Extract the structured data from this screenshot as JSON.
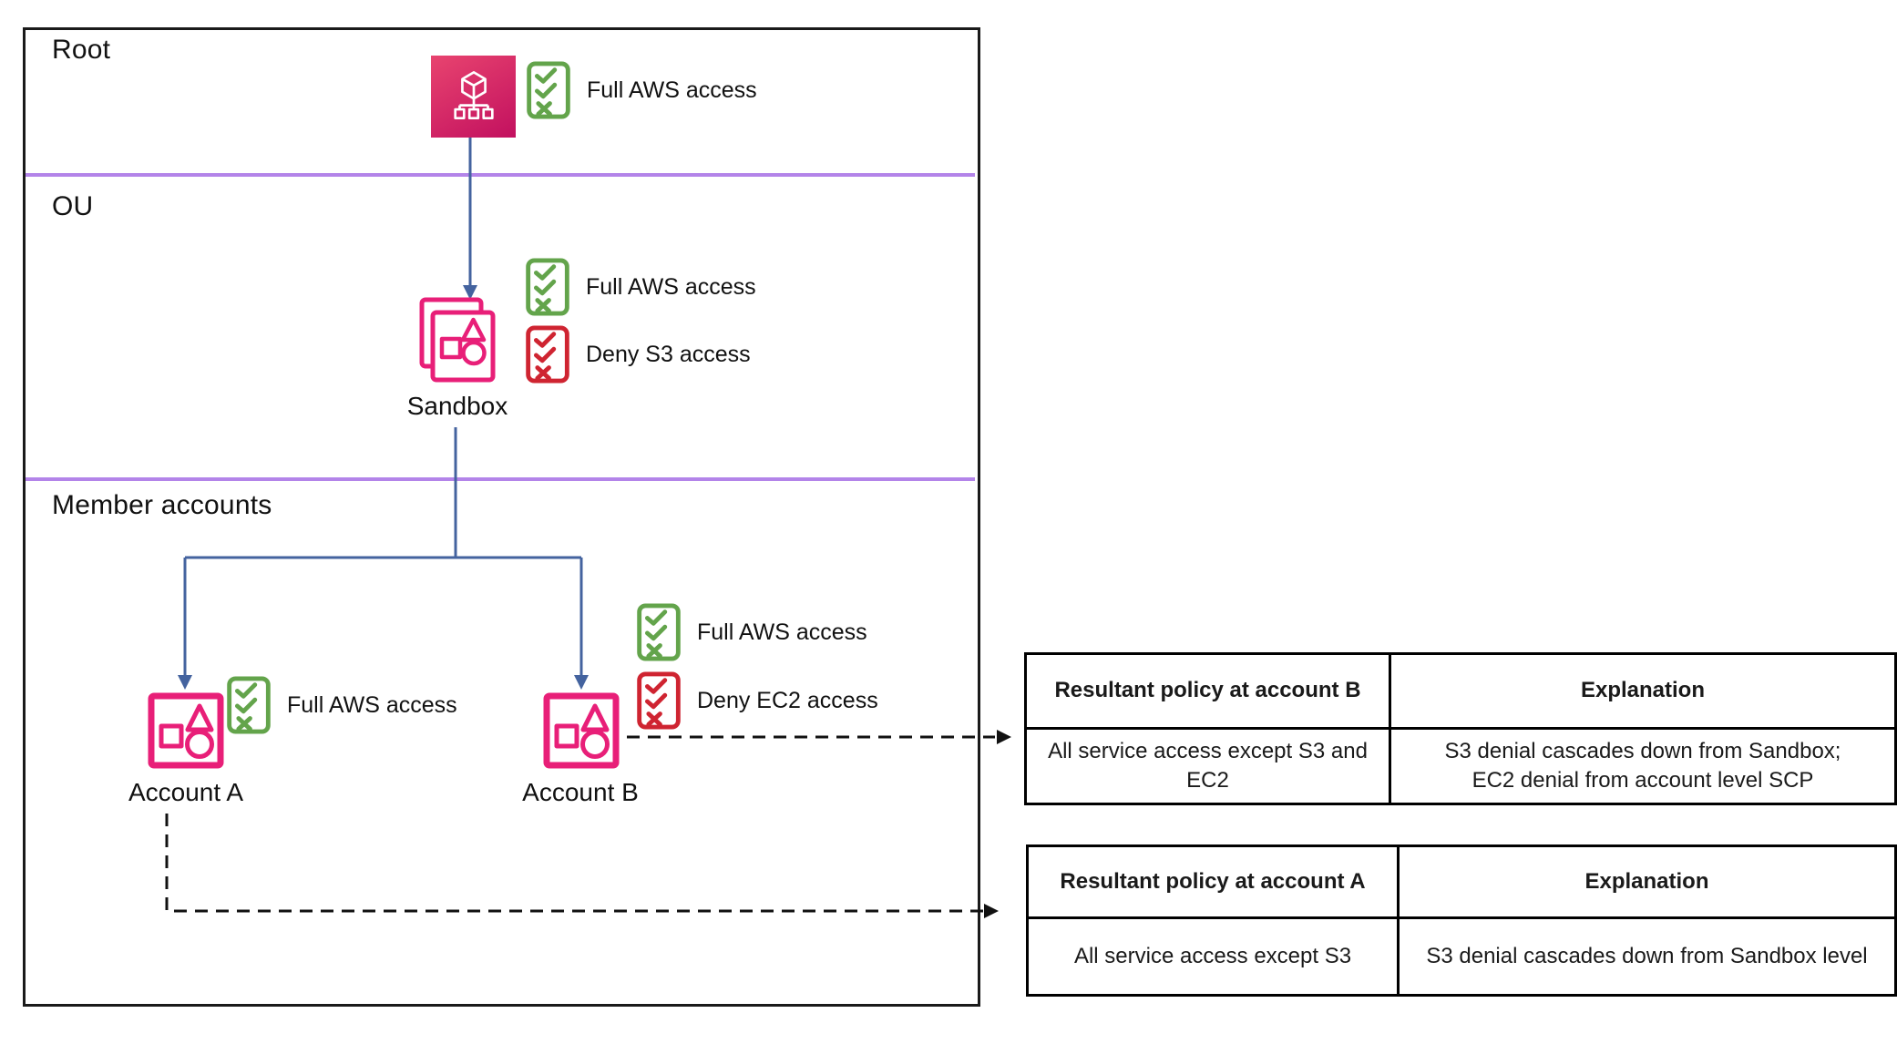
{
  "colors": {
    "pink": "#e81f78",
    "green": "#63a44b",
    "red": "#cf2431",
    "blue": "#44639f",
    "purple": "#b384e9",
    "ink": "#1a1a1a",
    "root_grad_top": "#e8446f",
    "root_grad_bottom": "#c2105f"
  },
  "sections": {
    "root": "Root",
    "ou": "OU",
    "member": "Member accounts"
  },
  "nodes": {
    "root": {
      "allow_policy": "Full AWS access"
    },
    "sandbox": {
      "label": "Sandbox",
      "allow_policy": "Full AWS access",
      "deny_policy": "Deny S3 access"
    },
    "account_a": {
      "label": "Account A",
      "allow_policy": "Full AWS access"
    },
    "account_b": {
      "label": "Account B",
      "allow_policy": "Full AWS access",
      "deny_policy": "Deny EC2 access"
    }
  },
  "tables": {
    "account_b": {
      "headers": [
        "Resultant policy at account B",
        "Explanation"
      ],
      "row": [
        "All service access except S3 and\nEC2",
        "S3 denial cascades down from Sandbox;\nEC2 denial from account level SCP"
      ]
    },
    "account_a": {
      "headers": [
        "Resultant policy at account A",
        "Explanation"
      ],
      "row": [
        "All service access except S3",
        "S3 denial cascades down from Sandbox level"
      ]
    }
  }
}
